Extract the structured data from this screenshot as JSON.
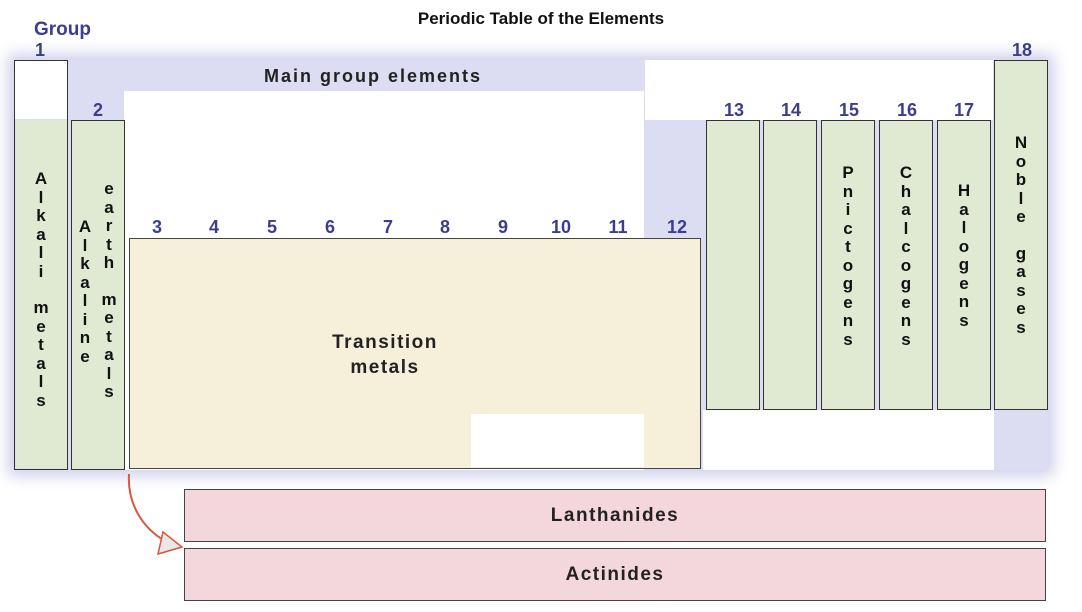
{
  "title": "Periodic Table of the Elements",
  "group_label": "Group",
  "main_group_label": "Main group elements",
  "group_numbers": {
    "g1": "1",
    "g2": "2",
    "g3": "3",
    "g4": "4",
    "g5": "5",
    "g6": "6",
    "g7": "7",
    "g8": "8",
    "g9": "9",
    "g10": "10",
    "g11": "11",
    "g12": "12",
    "g13": "13",
    "g14": "14",
    "g15": "15",
    "g16": "16",
    "g17": "17",
    "g18": "18"
  },
  "families": {
    "alkali_metals": "Alkali metals",
    "alkaline_earth_metals": "Alkaline earth metals",
    "transition_metals_line1": "Transition",
    "transition_metals_line2": "metals",
    "pnictogens": "Pnictogens",
    "chalcogens": "Chalcogens",
    "halogens": "Halogens",
    "noble_gases": "Noble gases",
    "lanthanides": "Lanthanides",
    "actinides": "Actinides"
  },
  "colors": {
    "main_group": "#e0e9d2",
    "transition": "#f6f0da",
    "f_block": "#f3d7dd",
    "highlight": "#dcdcf2",
    "group_number_text": "#3d3d8f",
    "arrow": "#d9553e"
  }
}
